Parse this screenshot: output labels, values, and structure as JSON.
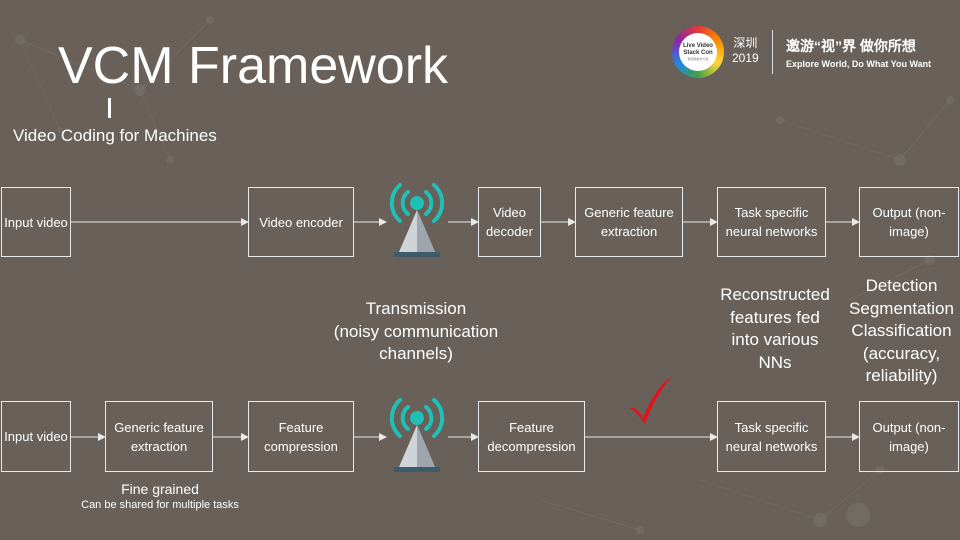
{
  "header": {
    "title": "VCM Framework",
    "subtitle": "Video Coding for Machines",
    "logo_line1": "Live Video",
    "logo_line2": "Stack Con",
    "logo_line3": "音视频技术大会",
    "city": "深圳",
    "year": "2019",
    "slogan_cn": "邀游“视”界  做你所想",
    "slogan_en": "Explore World, Do What You Want"
  },
  "row1": {
    "input": "Input video",
    "encoder": "Video encoder",
    "decoder": "Video decoder",
    "feature_extraction": "Generic feature extraction",
    "task_networks": "Task specific neural networks",
    "output": "Output (non- image)"
  },
  "row2": {
    "input": "Input video",
    "feature_extraction": "Generic feature extraction",
    "compression": "Feature compression",
    "decompression": "Feature decompression",
    "task_networks": "Task specific neural networks",
    "output": "Output (non- image)"
  },
  "notes": {
    "transmission_1": "Transmission",
    "transmission_2": "(noisy communication",
    "transmission_3": "channels)",
    "reconstructed_1": "Reconstructed",
    "reconstructed_2": "features fed",
    "reconstructed_3": "into various",
    "reconstructed_4": "NNs",
    "tasks_1": "Detection",
    "tasks_2": "Segmentation",
    "tasks_3": "Classification",
    "tasks_4": "(accuracy,",
    "tasks_5": "reliability)",
    "fine_grained": "Fine grained",
    "shared": "Can be shared for multiple tasks"
  },
  "colors": {
    "background": "#686059",
    "antenna": "#1fc0b6",
    "check": "#e0141a"
  }
}
